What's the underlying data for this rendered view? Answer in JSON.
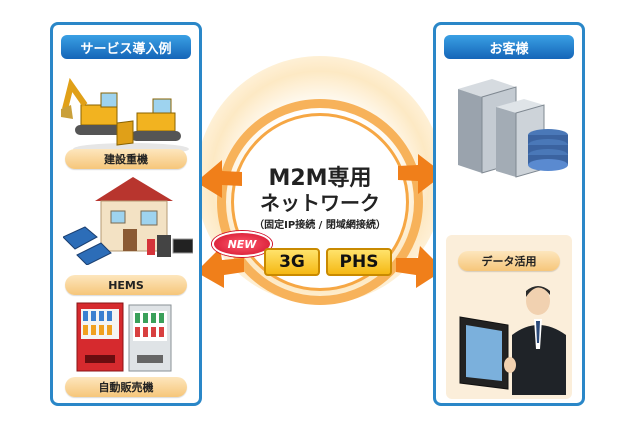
{
  "left_panel": {
    "title": "サービス導入例",
    "examples": [
      "建設重機",
      "HEMS",
      "自動販売機"
    ]
  },
  "center": {
    "title_line1": "M2M専用",
    "title_line2": "ネットワーク",
    "subtitle": "（固定IP接続 / 閉域網接続）",
    "new_badge": "NEW",
    "badges": [
      "3G",
      "PHS"
    ]
  },
  "right_panel": {
    "title": "お客様",
    "data_label": "データ活用"
  },
  "icons": [
    "construction-machinery-icon",
    "house-solar-icon",
    "vending-machine-icon",
    "server-database-icon",
    "tablet-user-icon"
  ],
  "colors": {
    "panel_border": "#2a87c8",
    "title_bar": "#1e7cd0",
    "arrow": "#f08a1e",
    "pill": "#f8d08e",
    "badge": "#f5c21c",
    "new_badge": "#e0182d"
  }
}
